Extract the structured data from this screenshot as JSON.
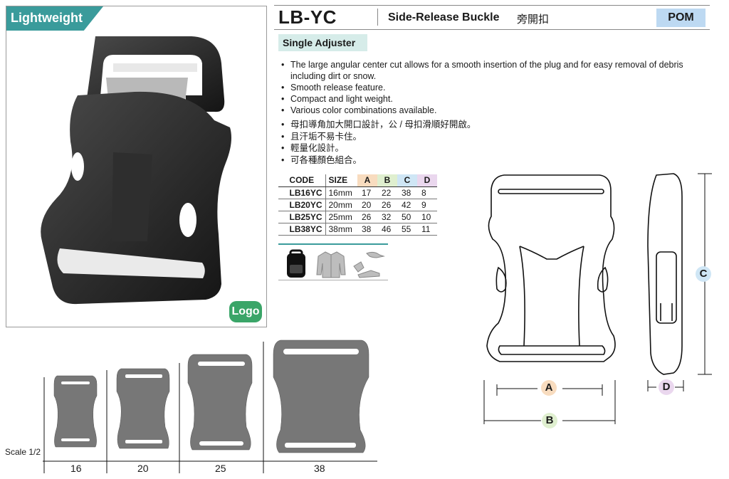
{
  "photo_panel": {
    "tag": "Lightweight",
    "logo_badge": "Logo"
  },
  "header": {
    "model": "LB-YC",
    "product_name": "Side-Release Buckle",
    "product_name_cn": "旁開扣",
    "material": "POM"
  },
  "subtitle": "Single Adjuster",
  "features_en": [
    "The large angular center cut allows for a smooth insertion of the plug and for easy removal of debris including dirt or snow.",
    "Smooth release feature.",
    "Compact and light weight.",
    "Various color combinations available."
  ],
  "features_cn": [
    "母扣導角加大開口設計，公 / 母扣滑順好開啟。",
    "且汗垢不易卡住。",
    "輕量化設計。",
    "可各種顏色組合。"
  ],
  "size_table": {
    "headers": [
      "CODE",
      "SIZE",
      "A",
      "B",
      "C",
      "D"
    ],
    "rows": [
      [
        "LB16YC",
        "16mm",
        "17",
        "22",
        "38",
        "8"
      ],
      [
        "LB20YC",
        "20mm",
        "20",
        "26",
        "42",
        "9"
      ],
      [
        "LB25YC",
        "25mm",
        "26",
        "32",
        "50",
        "10"
      ],
      [
        "LB38YC",
        "38mm",
        "38",
        "46",
        "55",
        "11"
      ]
    ]
  },
  "application_icons": [
    "backpack-icon",
    "jacket-icon",
    "outdoor-gear-icon"
  ],
  "dimensions": {
    "a": "A",
    "b": "B",
    "c": "C",
    "d": "D"
  },
  "size_compare": {
    "scale_label": "Scale 1/2",
    "sizes": [
      "16",
      "20",
      "25",
      "38"
    ]
  },
  "colors": {
    "teal": "#3a9b9b",
    "logo_green": "#3aa568",
    "material_blue": "#bdd9f2",
    "a_orange": "#f8dcbf",
    "b_green": "#dfefcf",
    "c_blue": "#cfe6f5",
    "d_purple": "#ead7ee"
  }
}
